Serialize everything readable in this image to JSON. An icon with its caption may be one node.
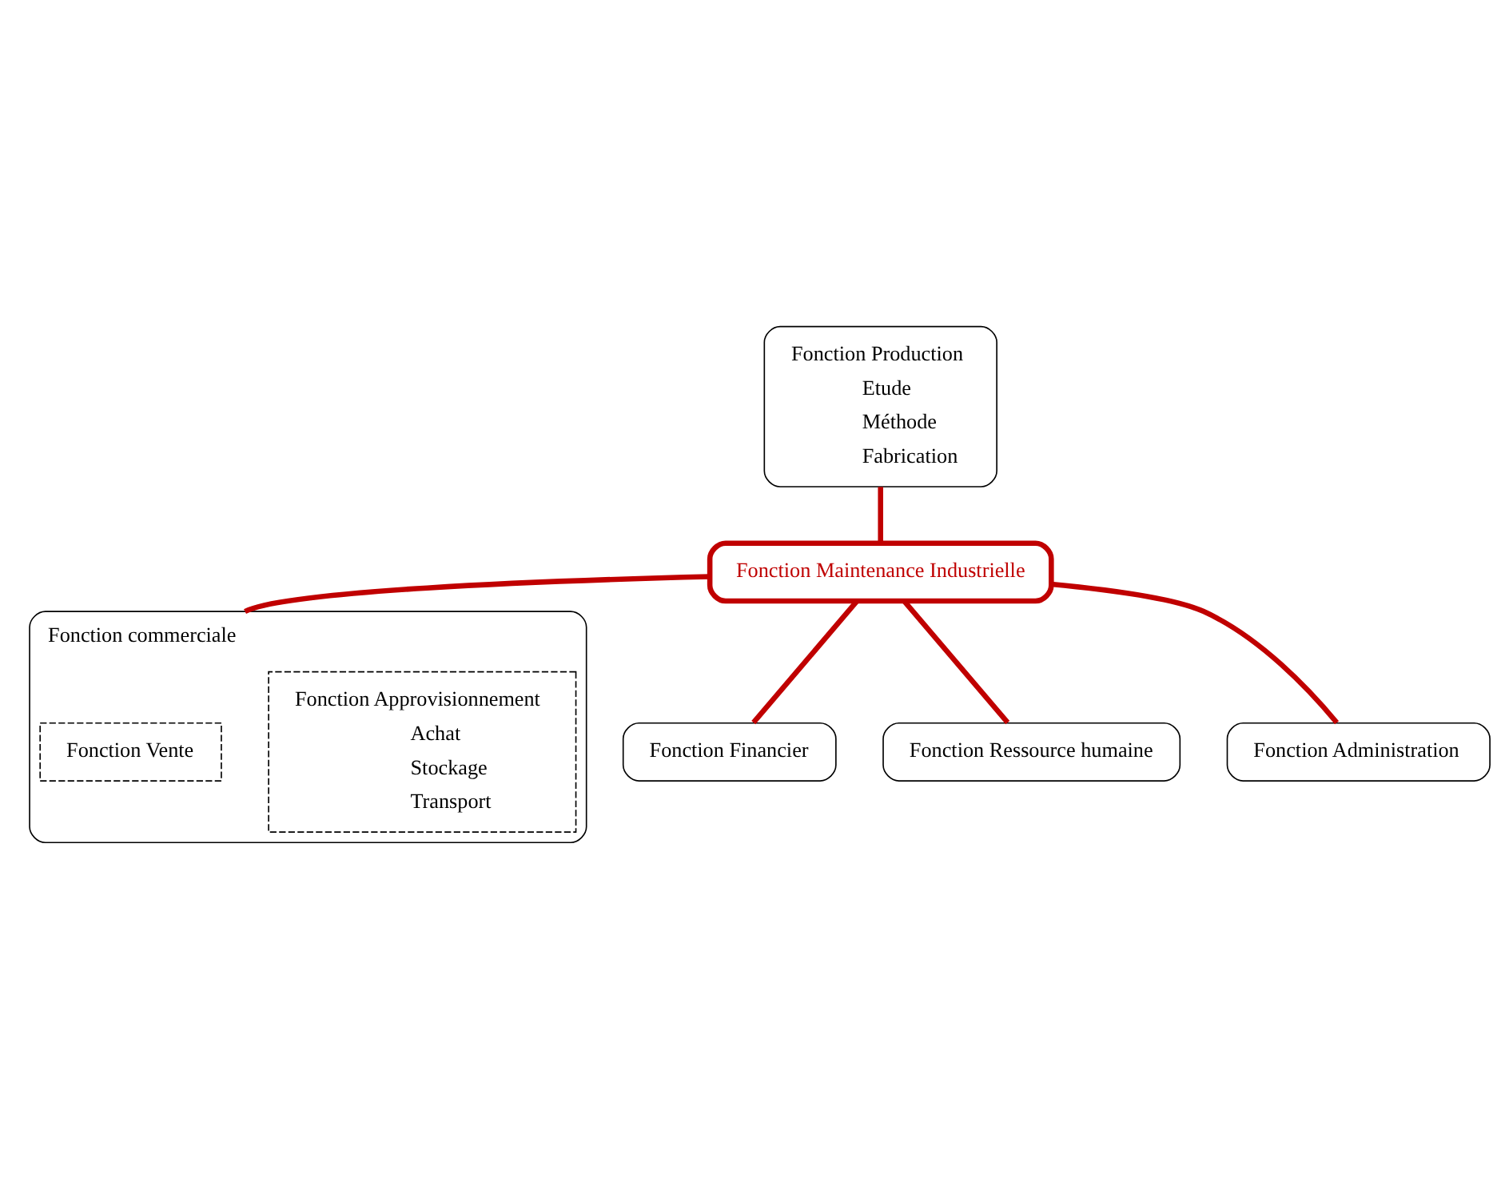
{
  "diagram": {
    "nodes": [
      {
        "text": [
          "Fonction Production",
          "Etude",
          "Méthode",
          "Fabrication"
        ]
      },
      {
        "text": [
          "Fonction commerciale"
        ]
      },
      {
        "text": [
          "Fonction Approvisionnement",
          "Achat",
          "Stockage",
          "Transport"
        ],
        "in": 1
      },
      {
        "text": [
          "Fonction Vente"
        ],
        "in": 1
      },
      {
        "text": [
          "Fonction Maintenance Industrielle"
        ]
      },
      {
        "text": [
          "Fonction Financier"
        ]
      },
      {
        "text": [
          "Fonction Ressource humaine"
        ]
      },
      {
        "text": [
          "Fonction Administration"
        ]
      }
    ],
    "edges": [
      {
        "from": 0,
        "to": 4,
        "arrow": "none"
      },
      {
        "from": 4,
        "to": 1,
        "arrow": "none"
      },
      {
        "from": 4,
        "to": 5,
        "arrow": "none"
      },
      {
        "from": 4,
        "to": 6,
        "arrow": "none"
      },
      {
        "from": 4,
        "to": 7,
        "arrow": "none"
      }
    ]
  }
}
